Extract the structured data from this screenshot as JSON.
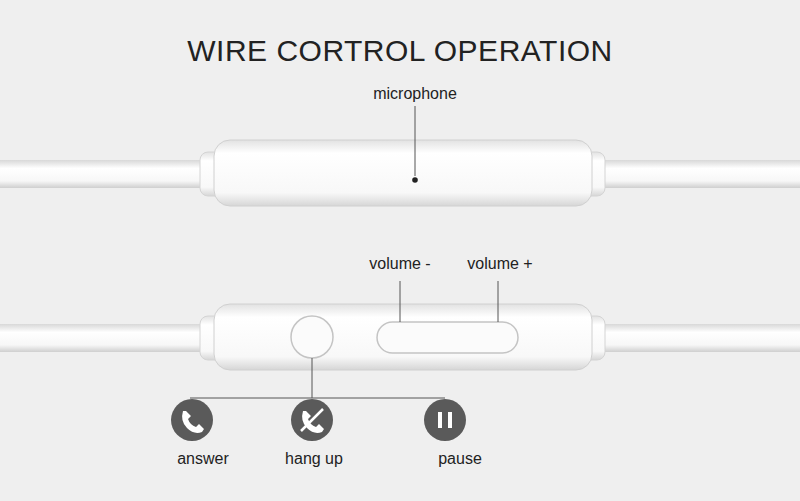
{
  "diagram": {
    "title": "WIRE CORTROL OPERATION",
    "labels": [
      "microphone",
      "volume -",
      "volume +",
      "answer",
      "hang up",
      "pause"
    ]
  }
}
